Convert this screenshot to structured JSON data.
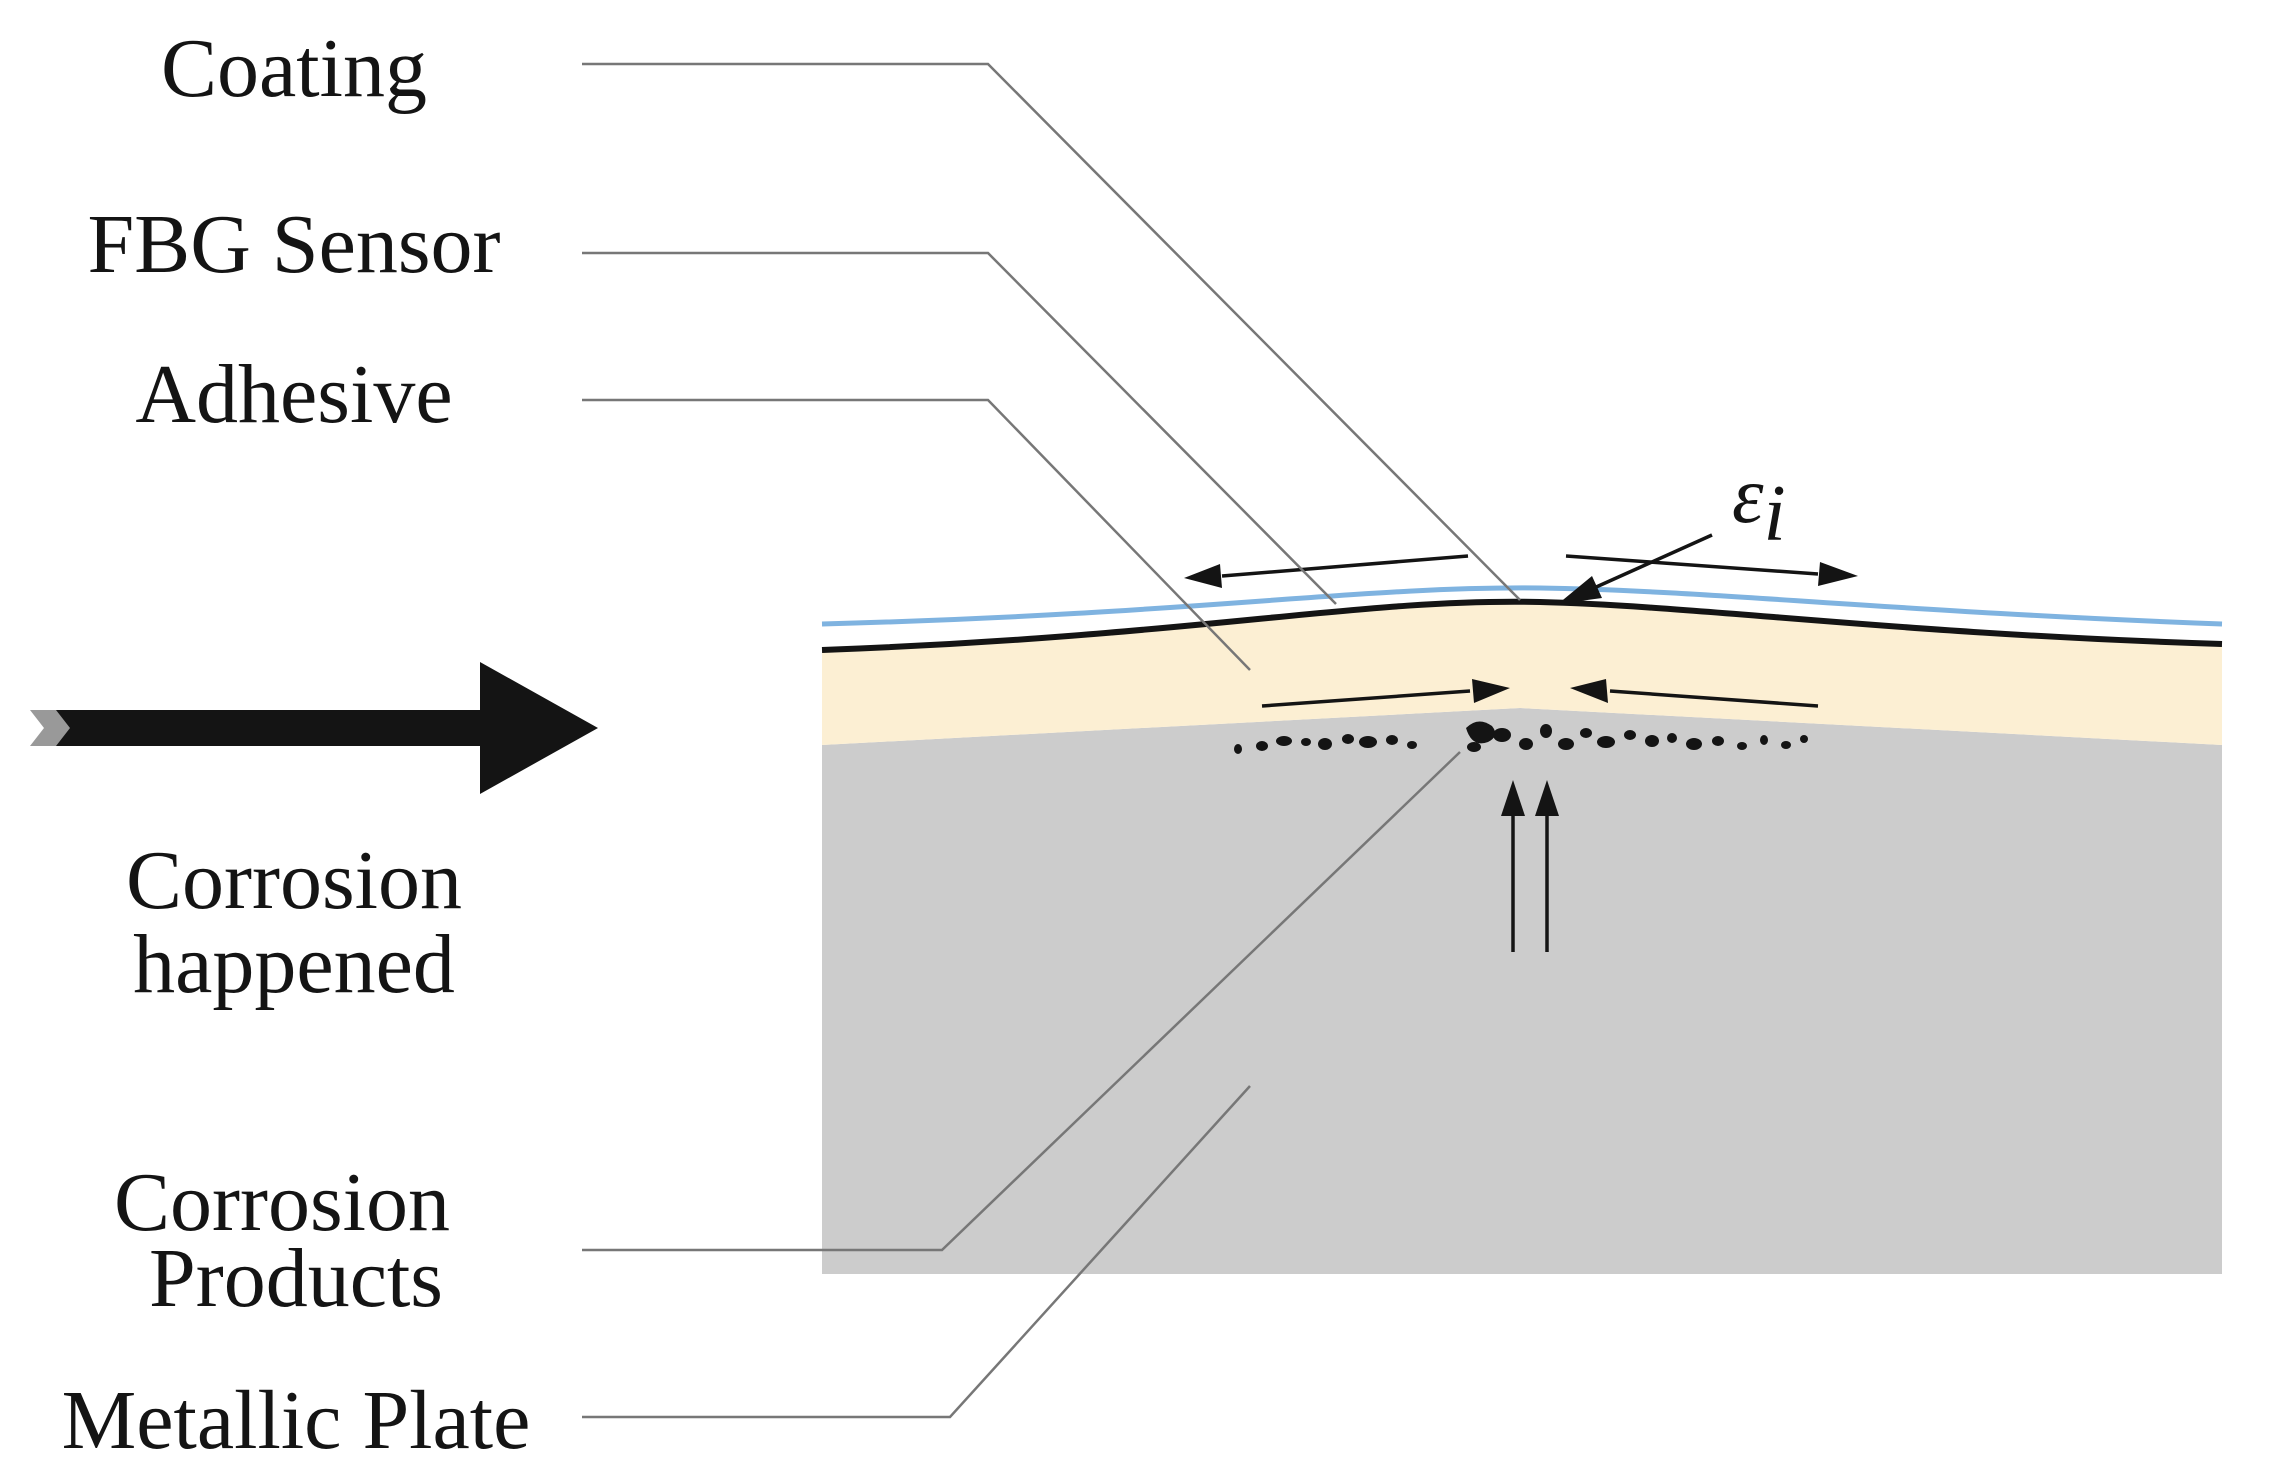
{
  "labels": {
    "coating": "Coating",
    "fbg_sensor": "FBG Sensor",
    "adhesive": "Adhesive",
    "corrosion_happened_line1": "Corrosion",
    "corrosion_happened_line2": "happened",
    "corrosion_products_line1": "Corrosion",
    "corrosion_products_line2": "Products",
    "metallic_plate": "Metallic Plate",
    "strain_symbol": "ε",
    "strain_subscript": "i"
  },
  "colors": {
    "coating": "#7fb3e0",
    "fbg_sensor": "#141414",
    "adhesive": "#fcefd3",
    "metallic_plate": "#cccccc",
    "leader_lines": "#777777",
    "big_arrow": "#141414"
  }
}
